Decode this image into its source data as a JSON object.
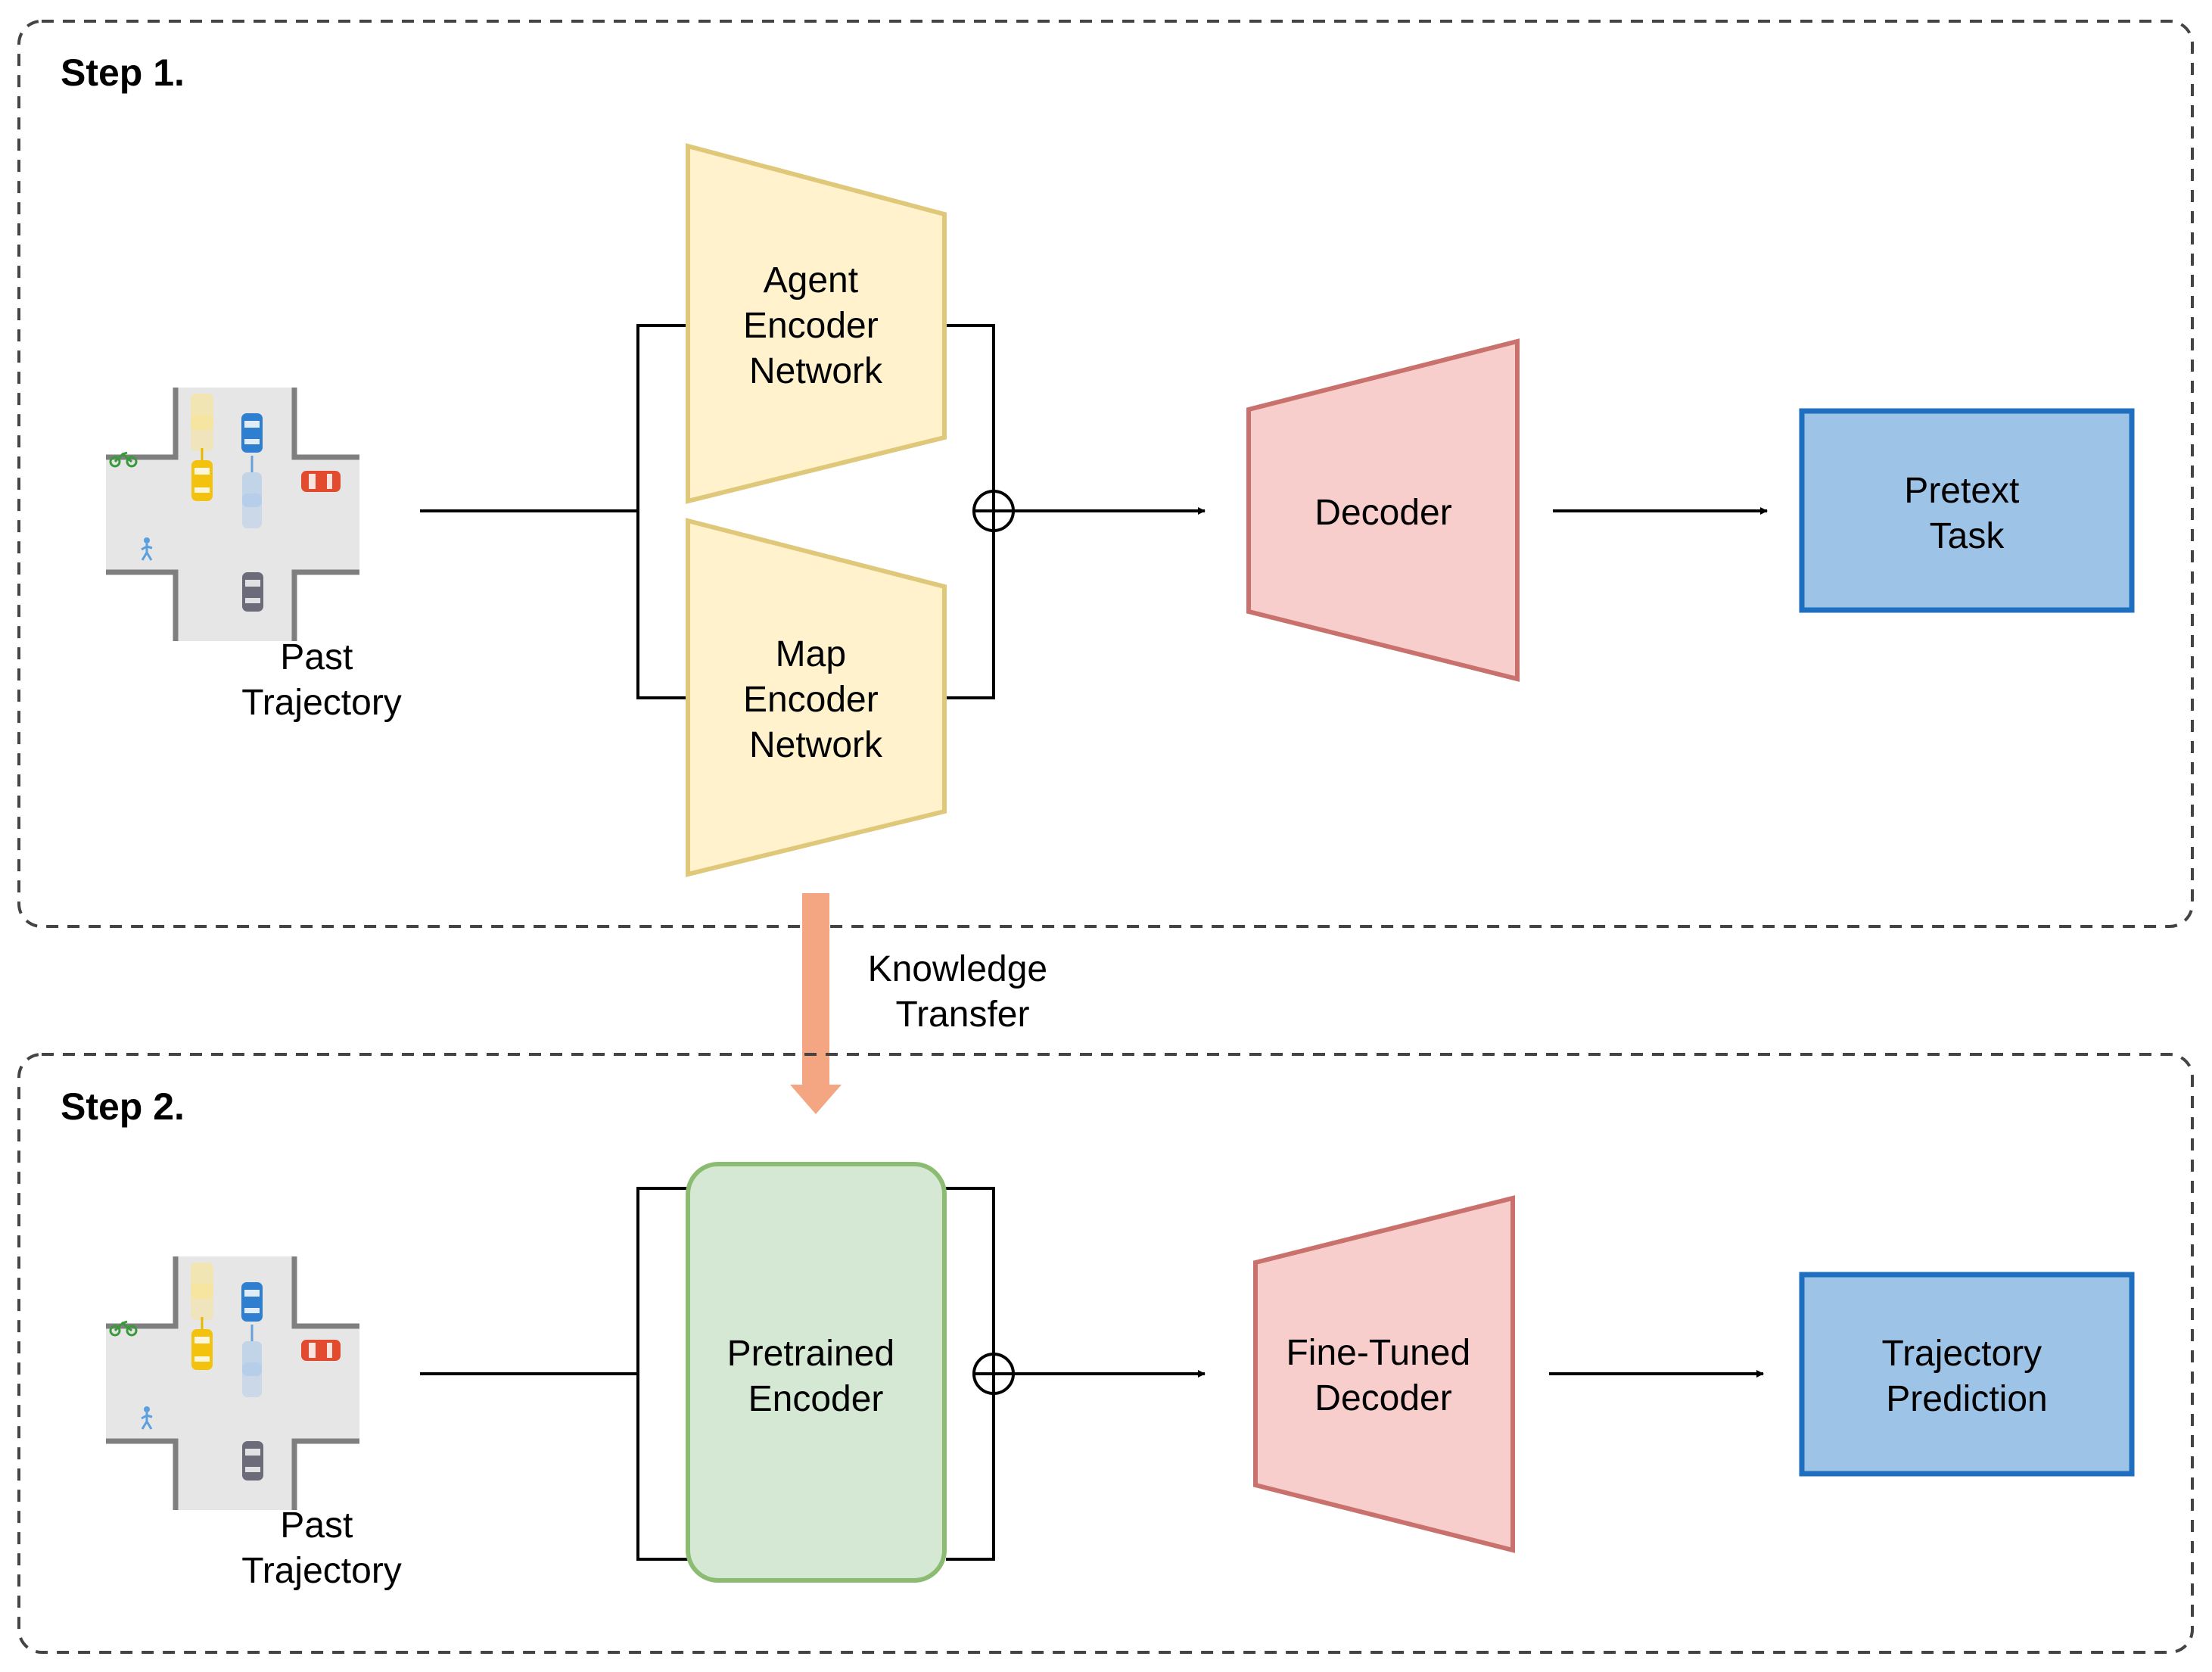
{
  "steps": [
    {
      "title": "Step 1.",
      "input_label": [
        "Past",
        "Trajectory"
      ],
      "encoders": [
        {
          "label": [
            "Agent",
            "Encoder",
            "Network"
          ]
        },
        {
          "label": [
            "Map",
            "Encoder",
            "Network"
          ]
        }
      ],
      "decoder_label": [
        "Decoder"
      ],
      "output_label": [
        "Pretext",
        "Task"
      ]
    },
    {
      "title": "Step 2.",
      "input_label": [
        "Past",
        "Trajectory"
      ],
      "encoder_label": [
        "Pretrained",
        "Encoder"
      ],
      "decoder_label": [
        "Fine-Tuned",
        "Decoder"
      ],
      "output_label": [
        "Trajectory",
        "Prediction"
      ]
    }
  ],
  "transfer_label": [
    "Knowledge",
    "Transfer"
  ],
  "colors": {
    "encoder_fill": "#fff2cc",
    "encoder_stroke": "#e0c87a",
    "decoder_fill": "#f8cecc",
    "decoder_stroke": "#c8716d",
    "output_fill": "#9dc3e6",
    "output_stroke": "#1e6fbf",
    "pretrained_fill": "#d5e8d4",
    "pretrained_stroke": "#8cbc72",
    "transfer_arrow": "#f4a582",
    "road": "#e6e6e6",
    "curb": "#7f7f7f"
  }
}
